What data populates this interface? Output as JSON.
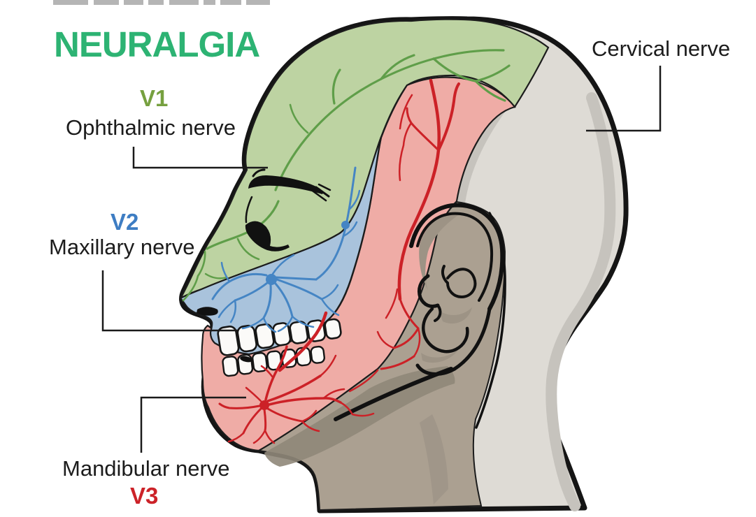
{
  "figure": {
    "heading": "NEURALGIA",
    "heading_color": "#2db373",
    "subject": "head-profile-nerve-regions"
  },
  "labels": {
    "v1": {
      "abbr": "V1",
      "name": "Ophthalmic nerve",
      "color": "#76a03f"
    },
    "v2": {
      "abbr": "V2",
      "name": "Maxillary nerve",
      "color": "#3e7dc3"
    },
    "v3": {
      "abbr": "V3",
      "name": "Mandibular nerve",
      "color": "#cc2228"
    },
    "cervical": {
      "name": "Cervical nerve"
    }
  },
  "region_colors": {
    "v1_ophthalmic": "#bdd3a2",
    "v2_maxillary": "#a9c3dc",
    "v3_mandibular": "#efaca6",
    "cervical": "#dedbd5",
    "skin_neck_ear": "#aba091"
  },
  "nerve_colors": {
    "v1": "#5f9e49",
    "v2": "#4585c4",
    "v3": "#cc2127"
  }
}
